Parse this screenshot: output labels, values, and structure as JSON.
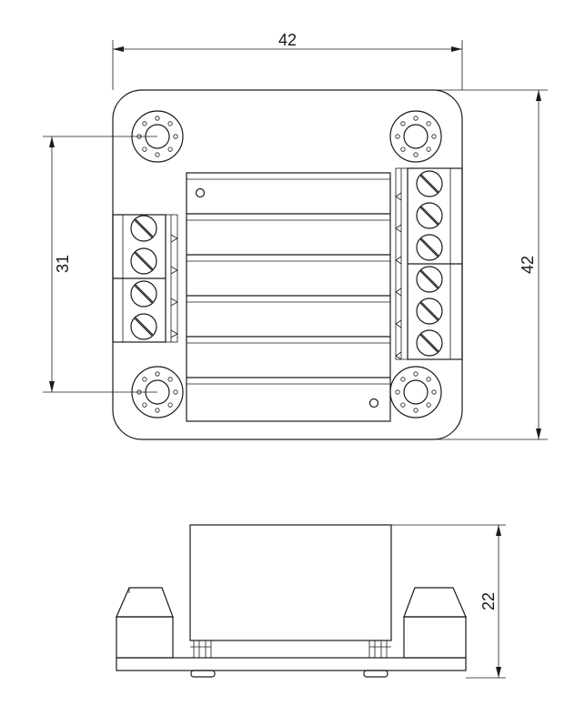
{
  "dimensions": {
    "top_width": "42",
    "right_height": "42",
    "left_hole_spacing": "31",
    "side_height": "22"
  }
}
